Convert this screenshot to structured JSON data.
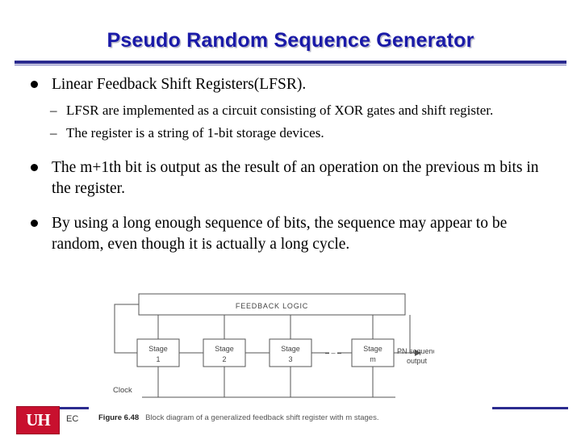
{
  "slide": {
    "title": "Pseudo Random Sequence Generator",
    "bullets": [
      {
        "level": 1,
        "marker": "●",
        "text": "Linear Feedback Shift Registers(LFSR).",
        "sub": [
          {
            "marker": "–",
            "text": "LFSR are implemented as a circuit consisting of XOR gates and shift register."
          },
          {
            "marker": "–",
            "text": "The register is a string of 1-bit storage devices."
          }
        ]
      },
      {
        "level": 1,
        "marker": "●",
        "text": "The m+1th bit is output as the result of an operation on the previous m bits in the register.",
        "sub": []
      },
      {
        "level": 1,
        "marker": "●",
        "text": "By using a long enough sequence of bits, the sequence may appear to be random, even though it is actually a long cycle.",
        "sub": []
      }
    ]
  },
  "figure": {
    "feedback_box_label": "FEEDBACK LOGIC",
    "stages": [
      {
        "line1": "Stage",
        "line2": "1"
      },
      {
        "line1": "Stage",
        "line2": "2"
      },
      {
        "line1": "Stage",
        "line2": "3"
      },
      {
        "line1": "Stage",
        "line2": "m"
      }
    ],
    "ellipsis": "–  –  –",
    "output_label_line1": "PN sequence",
    "output_label_line2": "output",
    "clock_label": "Clock",
    "caption_number": "Figure 6.48",
    "caption_text": "Block diagram of a generalized feedback shift register with m stages."
  },
  "footer": {
    "logo_text": "UH",
    "label": "EC"
  },
  "colors": {
    "title": "#1a1aa8",
    "rule": "#2b2b8f",
    "logo": "#c8102e",
    "text": "#000000"
  }
}
